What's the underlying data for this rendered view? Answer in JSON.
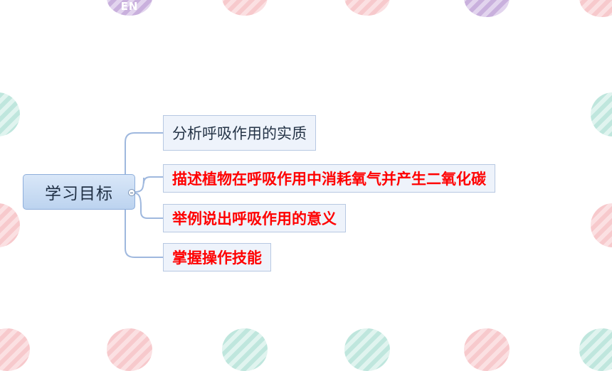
{
  "mindmap": {
    "root": {
      "label": "学习目标"
    },
    "topics": [
      {
        "label": "分析呼吸作用的实质",
        "style": "plain"
      },
      {
        "label": "描述植物在呼吸作用中消耗氧气并产生二氧化碳",
        "style": "highlight"
      },
      {
        "label": "举例说出呼吸作用的意义",
        "style": "highlight"
      },
      {
        "label": "掌握操作技能",
        "style": "highlight"
      }
    ]
  },
  "decor": {
    "badge_text": "EN"
  },
  "colors": {
    "connector": "#9fb8de",
    "highlight_text": "#ff0000",
    "plain_text": "#253447",
    "dot_pink": "#f7c9cc",
    "dot_mint": "#bfe6dd",
    "dot_lilac": "#c9b0dd"
  }
}
